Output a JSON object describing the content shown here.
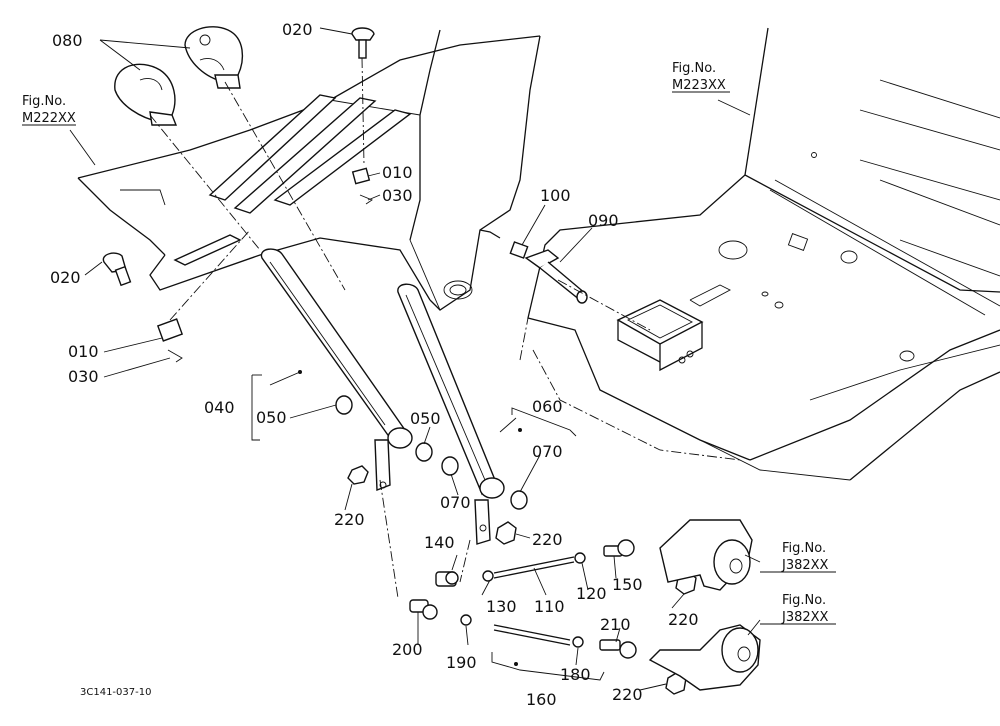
{
  "callouts": {
    "c080": "080",
    "c020_top": "020",
    "c020_left": "020",
    "c010_top": "010",
    "c030_top": "030",
    "c010_left": "010",
    "c030_left": "030",
    "c100": "100",
    "c090": "090",
    "c040": "040",
    "c050_left": "050",
    "c050_mid": "050",
    "c060": "060",
    "c070_right": "070",
    "c070_mid": "070",
    "c220_left": "220",
    "c220_mid": "220",
    "c220_right": "220",
    "c220_bottom": "220",
    "c140": "140",
    "c130": "130",
    "c110": "110",
    "c120": "120",
    "c150": "150",
    "c200": "200",
    "c190": "190",
    "c180": "180",
    "c210": "210",
    "c160": "160"
  },
  "figure_refs": {
    "m222_label": "Fig.No.",
    "m222_code": "M222XX",
    "m223_label": "Fig.No.",
    "m223_code": "M223XX",
    "j382a_label": "Fig.No.",
    "j382a_code": "J382XX",
    "j382b_label": "Fig.No.",
    "j382b_code": "J382XX"
  },
  "drawing_code": "3C141-037-10"
}
